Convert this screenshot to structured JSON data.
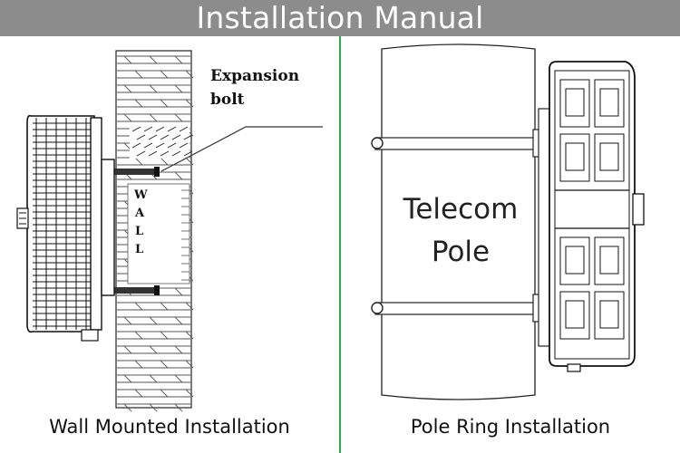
{
  "header": {
    "title": "Installation Manual",
    "background": "#8c8c8c"
  },
  "divider_color": "#2fa84f",
  "wall_panel": {
    "callout": [
      "Expansion",
      "bolt"
    ],
    "wall_letters": [
      "W",
      "A",
      "L",
      "L"
    ],
    "caption": "Wall Mounted Installation"
  },
  "pole_panel": {
    "pole_label": [
      "Telecom",
      "Pole"
    ],
    "caption": "Pole Ring Installation"
  }
}
